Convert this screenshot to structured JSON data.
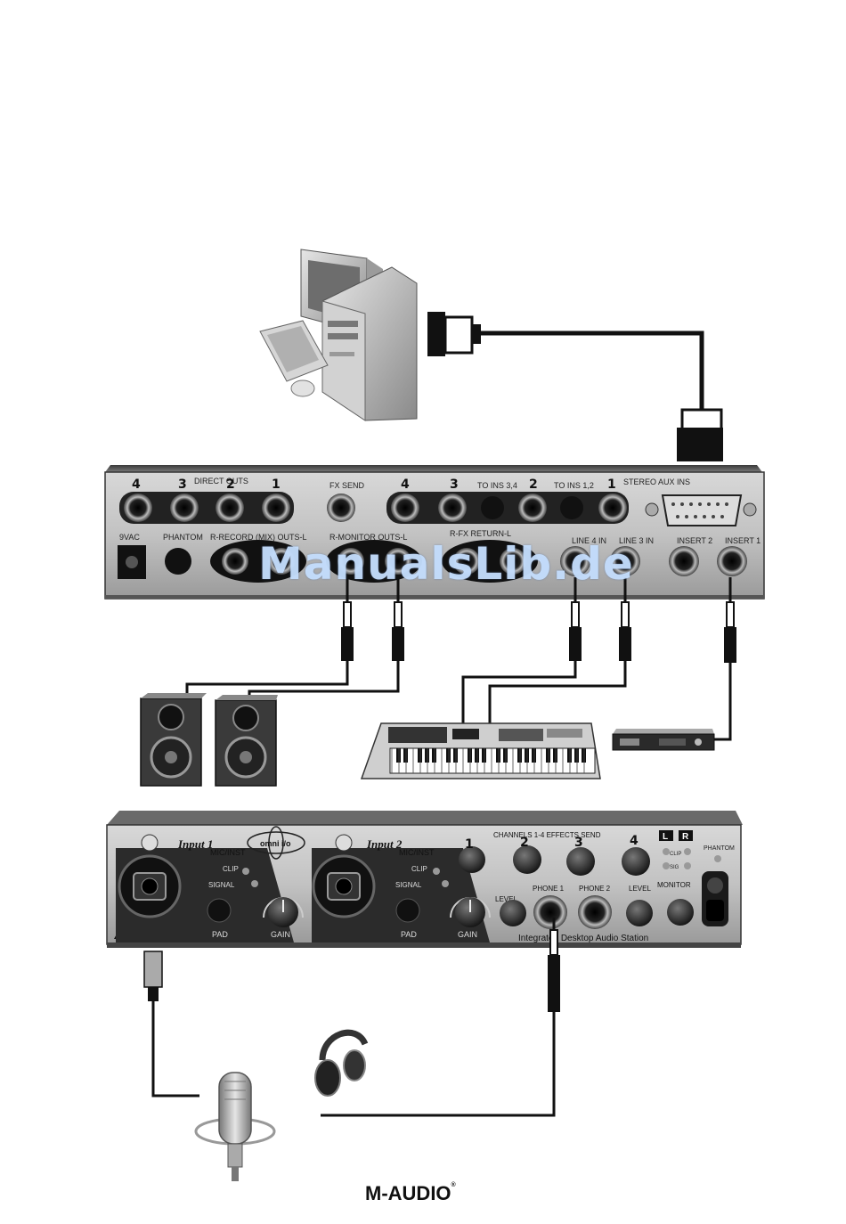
{
  "rear_panel": {
    "direct_outs_numbers": [
      "4",
      "3",
      "2",
      "1"
    ],
    "direct_outs_label": "DIRECT OUTS",
    "fx_send_label": "FX SEND",
    "monitor_numbers": [
      "4",
      "3",
      "2"
    ],
    "to_ins_34_label": "TO INS 3,4",
    "to_ins_12_label": "TO INS 1,2",
    "to_ins_12_number": "1",
    "stereo_aux_ins_label": "STEREO AUX INS",
    "power_label": "9VAC",
    "phantom_label": "PHANTOM",
    "record_outs_label": "R-RECORD (MIX) OUTS-L",
    "monitor_outs_label": "R-MONITOR OUTS-L",
    "fx_return_label": "R-FX RETURN-L",
    "line4_label": "LINE 4 IN",
    "line3_label": "LINE 3 IN",
    "insert2_label": "INSERT 2",
    "insert1_label": "INSERT 1"
  },
  "front_panel": {
    "input1_label": "Input 1",
    "input2_label": "Input 2",
    "mic_inst_label": "MIC/INST",
    "clip_label": "CLIP",
    "signal_label": "SIGNAL",
    "pad_label": "PAD",
    "gain_label": "GAIN",
    "logo_label": "omni i/o",
    "effects_send_label": "CHANNELS 1-4 EFFECTS SEND",
    "send_numbers": [
      "1",
      "2",
      "3",
      "4"
    ],
    "lr_labels": [
      "L",
      "R"
    ],
    "clip_indicator_label": "CLIP",
    "sig_indicator_label": "SIG",
    "phantom_label": "PHANTOM",
    "level_label": "LEVEL",
    "phone1_label": "PHONE 1",
    "phone2_label": "PHONE 2",
    "monitor_label": "MONITOR",
    "tagline": "Integrated Desktop Audio Station"
  },
  "watermark": "ManualsLib.de",
  "brand": "M-AUDIO",
  "brand_mark": "®"
}
